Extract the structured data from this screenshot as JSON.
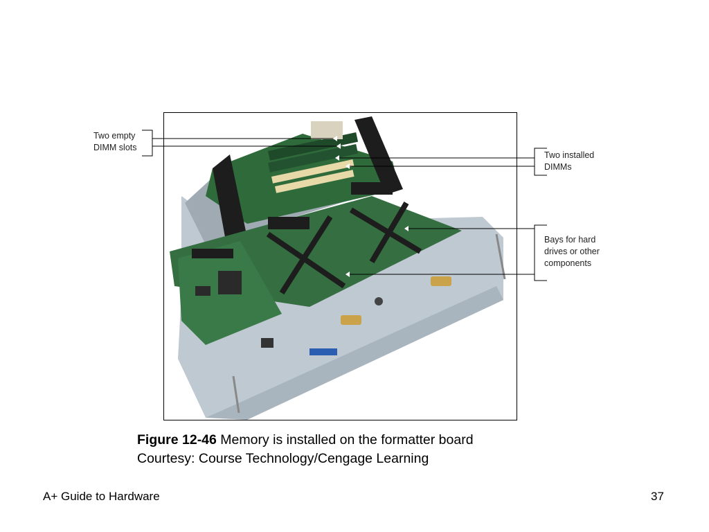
{
  "callouts": {
    "empty_slots": "Two empty\nDIMM slots",
    "installed_dimms": "Two installed\nDIMMs",
    "bays": "Bays for hard\ndrives or other\ncomponents"
  },
  "caption": {
    "label": "Figure 12-46",
    "text": " Memory is installed on the formatter board",
    "courtesy": "Courtesy: Course Technology/Cengage Learning"
  },
  "footer": {
    "title": "A+ Guide to Hardware",
    "page_number": "37"
  },
  "colors": {
    "board_green": "#2f6b3a",
    "chassis": "#b8c4cc",
    "connector_black": "#1d1d1d"
  },
  "icons": {
    "photo": "formatter-board-photo"
  }
}
